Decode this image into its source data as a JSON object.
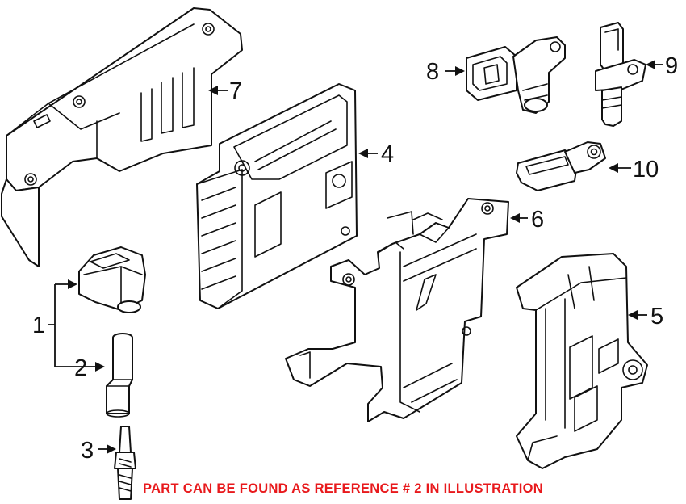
{
  "callouts": {
    "c1": "1",
    "c2": "2",
    "c3": "3",
    "c4": "4",
    "c5": "5",
    "c6": "6",
    "c7": "7",
    "c8": "8",
    "c9": "9",
    "c10": "10"
  },
  "footer": {
    "note": "PART CAN BE FOUND AS REFERENCE # 2 IN ILLUSTRATION",
    "color": "#e8191c"
  },
  "colors": {
    "line": "#111111",
    "background": "#ffffff"
  }
}
